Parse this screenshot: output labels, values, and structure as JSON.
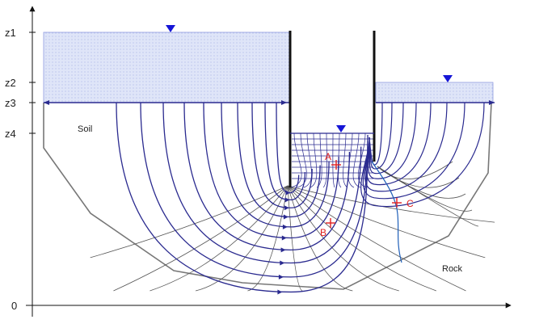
{
  "axis": {
    "z_labels": [
      "z1",
      "z2",
      "z3",
      "z4",
      "0"
    ]
  },
  "regions": {
    "soil": "Soil",
    "rock": "Rock"
  },
  "points": [
    "A",
    "B",
    "C"
  ],
  "colors": {
    "water": "#dde3f7",
    "water_border": "#8f9be0",
    "flow_line": "#2a2a8f",
    "equipotential": "#555555",
    "boundary": "#777777",
    "sheet_pile": "#111111",
    "marker": "#1515d6",
    "point": "#e02020",
    "seepage_line": "#1f5fb8"
  },
  "icons": {
    "water_level": "inverted-triangle",
    "point_marker": "plus-cross"
  }
}
